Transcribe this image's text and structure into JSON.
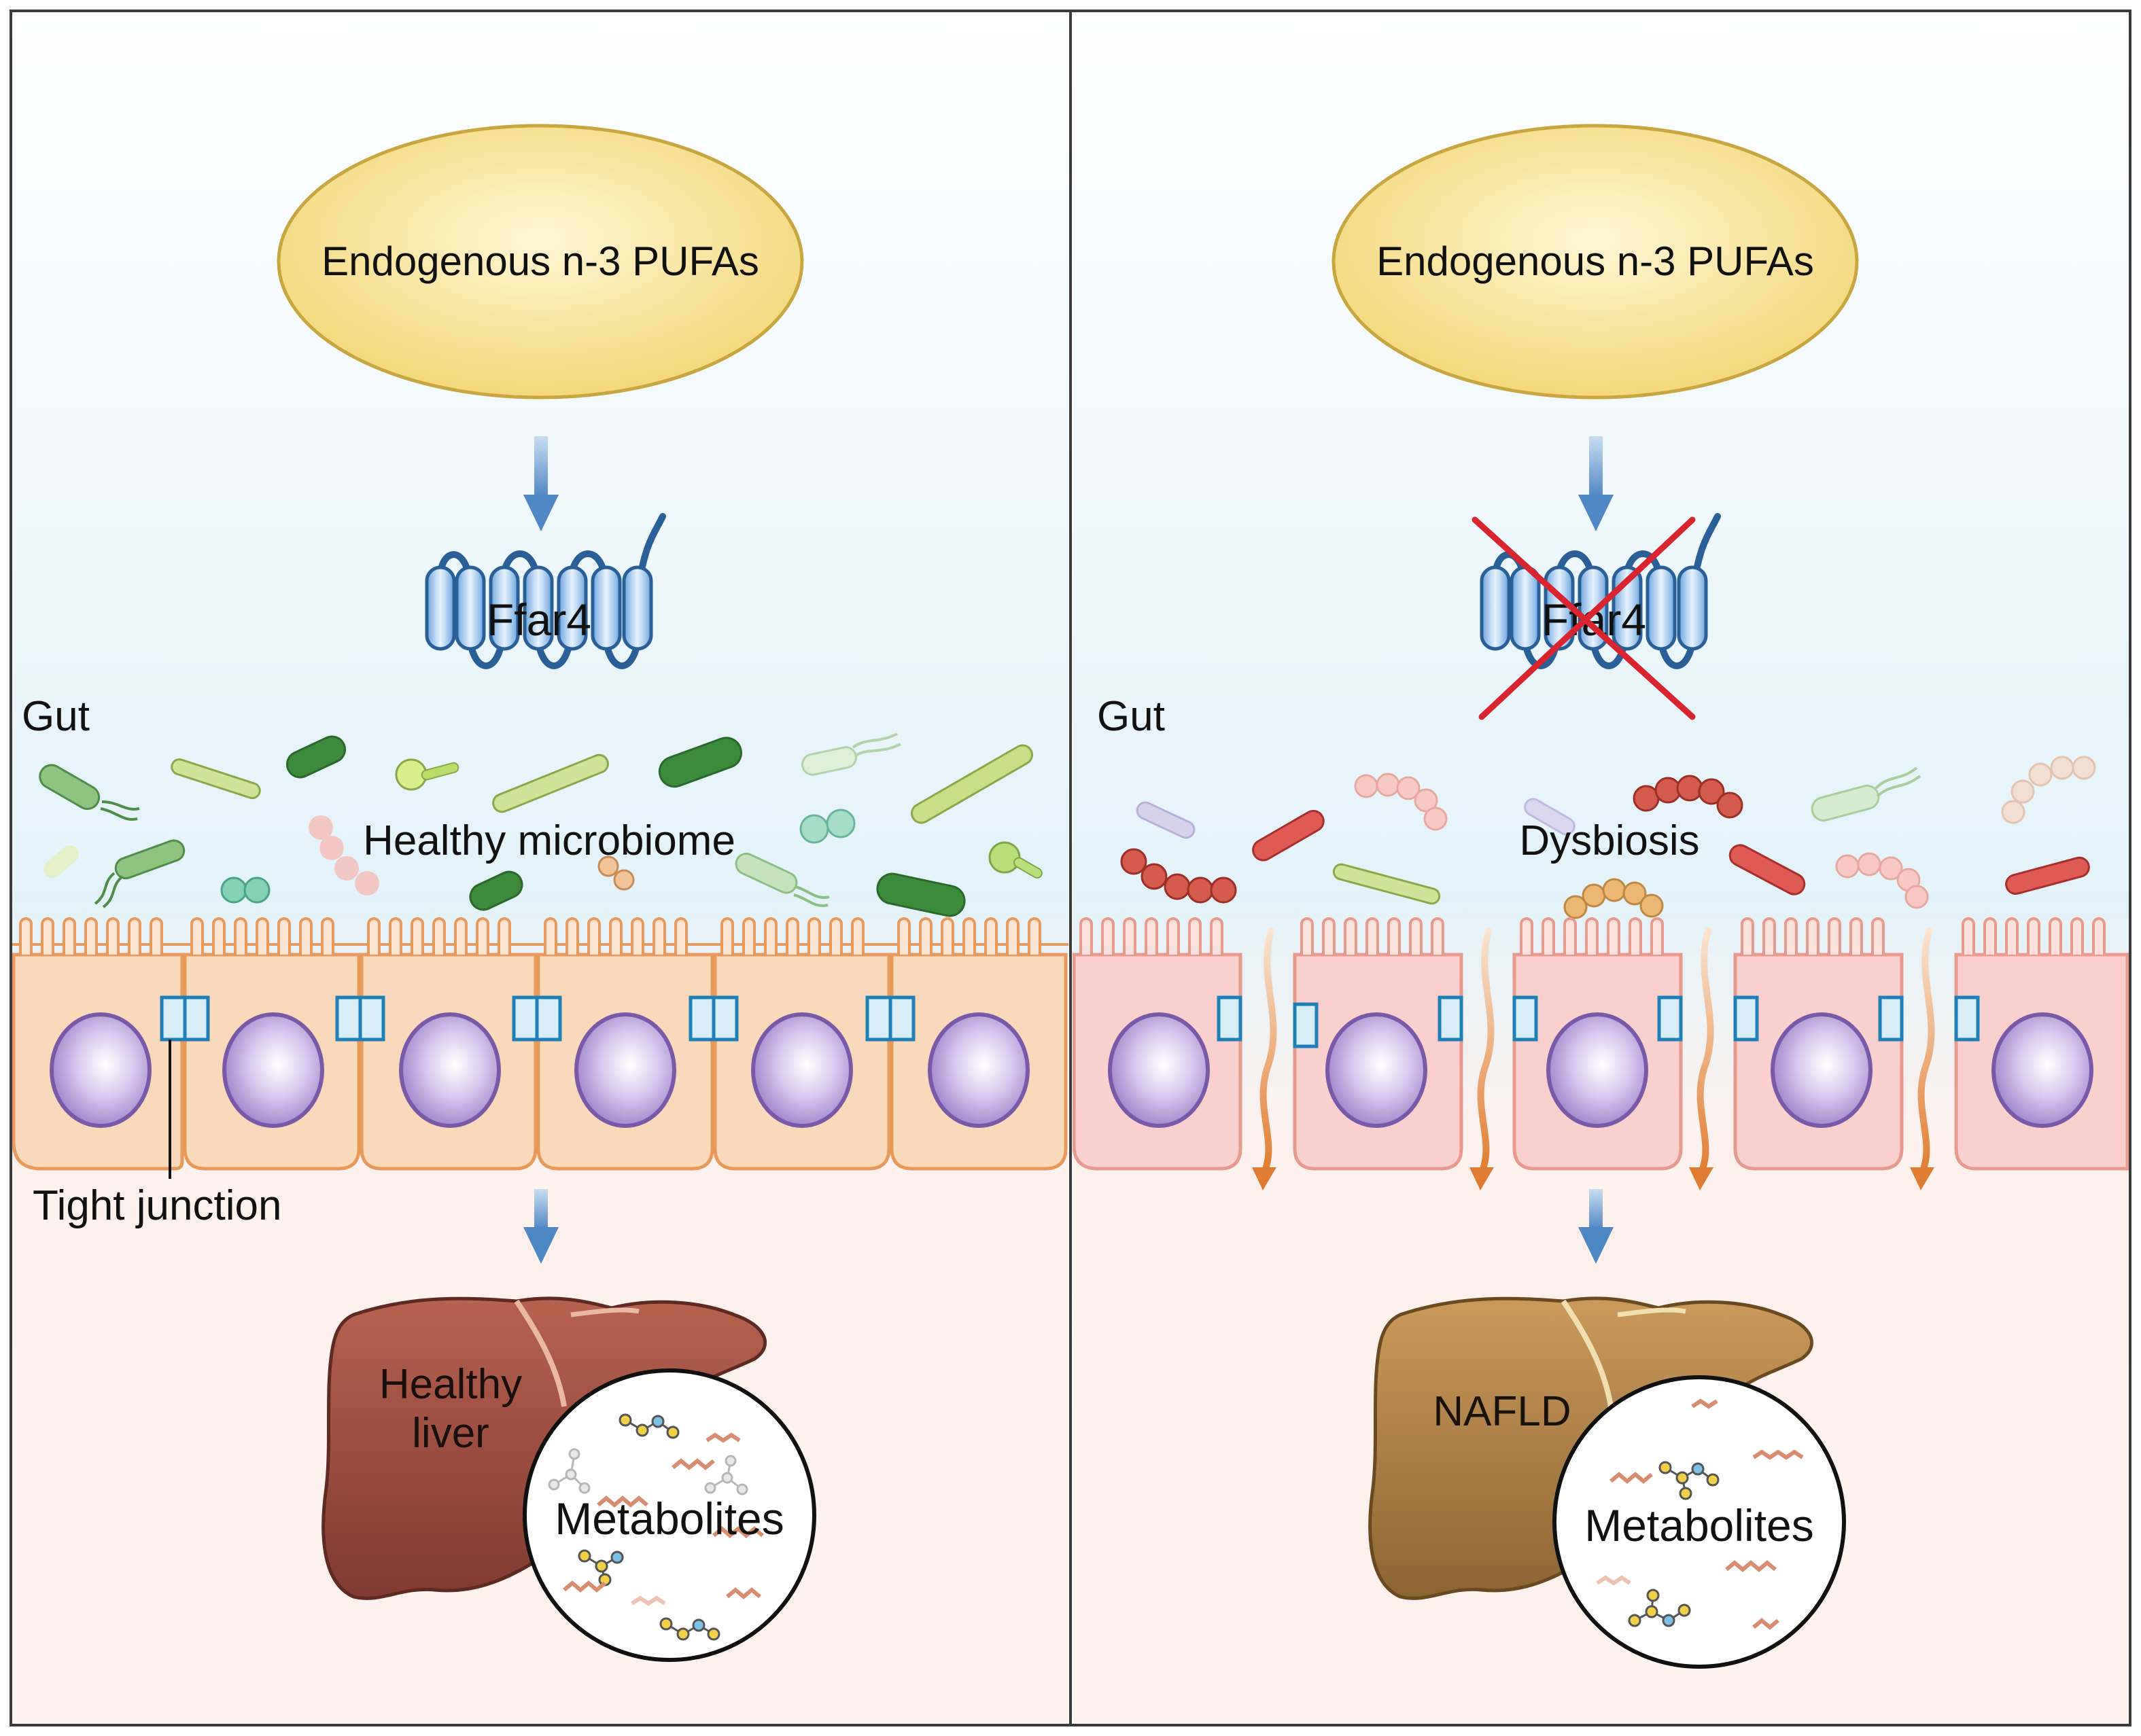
{
  "colors": {
    "border": "#3a3a3a",
    "pufa_fill": "#f6dc86",
    "pufa_stroke": "#c9a640",
    "arrow_blue": "#5b8fc9",
    "receptor_blue": "#9cc6ee",
    "receptor_stroke": "#2b5f98",
    "red_cross": "#d8252e",
    "healthy_cell": "#fad8ba",
    "dysbiosis_cell": "#f9d0cd",
    "cell_stroke": "#e89a5c",
    "nucleus": "#b79bd6",
    "tight_junction": "#1f7fb8",
    "healthy_liver": "#9d4e40",
    "nafld_liver": "#b4844b",
    "leak_arrow": "#e38840"
  },
  "left_panel": {
    "pufa_label": "Endogenous n-3 PUFAs",
    "receptor_label": "Ffar4",
    "gut_label": "Gut",
    "microbiome_label": "Healthy microbiome",
    "tight_junction_label": "Tight junction",
    "liver_label_line1": "Healthy",
    "liver_label_line2": "liver",
    "metabolites_label": "Metabolites"
  },
  "right_panel": {
    "pufa_label": "Endogenous n-3 PUFAs",
    "receptor_label": "Ffar4",
    "gut_label": "Gut",
    "microbiome_label": "Dysbiosis",
    "liver_label": "NAFLD",
    "metabolites_label": "Metabolites"
  }
}
